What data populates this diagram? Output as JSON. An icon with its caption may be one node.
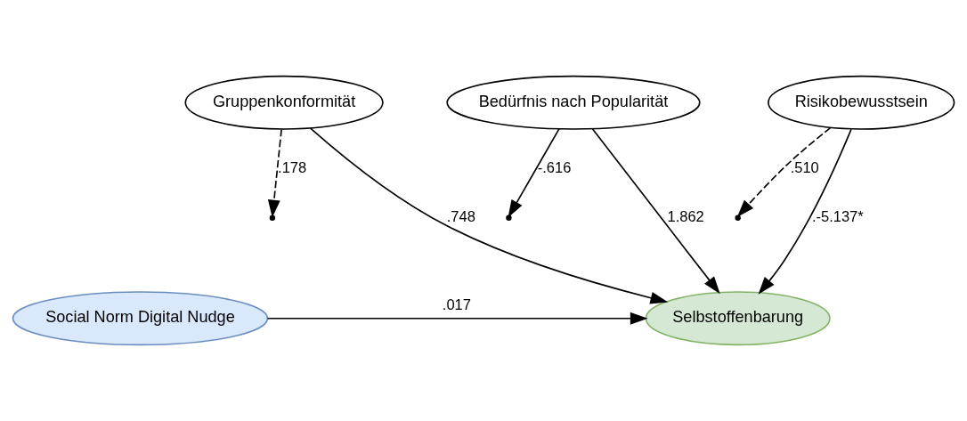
{
  "diagram": {
    "nodes": [
      {
        "text": [
          "Risikobewusstsein"
        ]
      },
      {
        "text": [
          "Bedürfnis nach Popularität"
        ]
      },
      {
        "text": [
          "Gruppenkonformität"
        ]
      },
      {
        "text": [
          "Social Norm Digital Nudge"
        ]
      },
      {
        "text": [
          "Selbstoffenbarung"
        ]
      }
    ],
    "edges": [
      {
        "from": 0,
        "to": null,
        "arrow": "to",
        "label": ".510",
        "style": "dashed"
      },
      {
        "from": 1,
        "to": null,
        "arrow": "to",
        "label": "-.616"
      },
      {
        "from": 2,
        "to": null,
        "arrow": "to",
        "label": ".178",
        "style": "dashed"
      },
      {
        "from": 0,
        "to": 4,
        "arrow": "to",
        "label": ".-5.137*"
      },
      {
        "from": 1,
        "to": 4,
        "arrow": "to",
        "label": "1.862"
      },
      {
        "from": 2,
        "to": 4,
        "arrow": "to",
        "label": ".748"
      },
      {
        "from": 3,
        "to": 4,
        "arrow": "to",
        "label": ".017"
      }
    ]
  }
}
